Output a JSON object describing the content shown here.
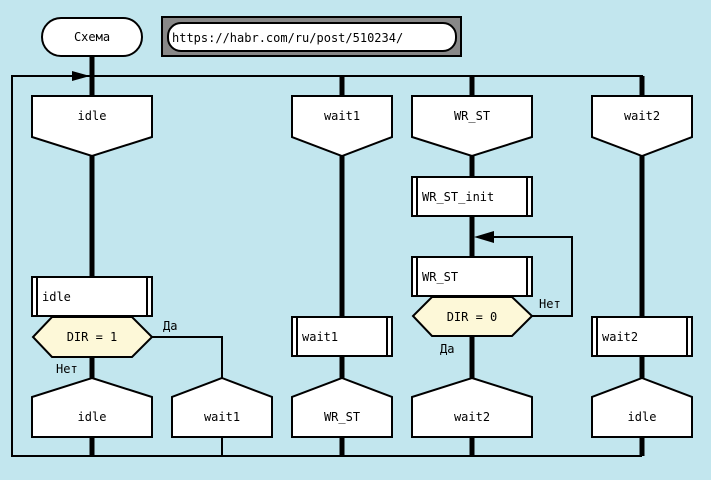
{
  "title": "Схема",
  "url_label": "https://habr.com/ru/post/510234/",
  "colors": {
    "background": "#c2e6ee",
    "shape_fill": "#ffffff",
    "condition_fill": "#fdf8d8",
    "url_frame": "#888888",
    "line": "#000000"
  },
  "columns": [
    {
      "id": "idle",
      "header": "idle",
      "action": "idle",
      "condition": {
        "text": "DIR = 1",
        "yes_label": "Да",
        "no_label": "Нет"
      },
      "exits": [
        "idle",
        "wait1"
      ]
    },
    {
      "id": "wait1",
      "header": "wait1",
      "action": "wait1",
      "exits": [
        "WR_ST"
      ]
    },
    {
      "id": "wr_st",
      "header": "WR_ST",
      "init_action": "WR_ST_init",
      "action": "WR_ST",
      "condition": {
        "text": "DIR = 0",
        "yes_label": "Да",
        "no_label": "Нет"
      },
      "exits": [
        "wait2"
      ]
    },
    {
      "id": "wait2",
      "header": "wait2",
      "action": "wait2",
      "exits": [
        "idle"
      ]
    }
  ]
}
